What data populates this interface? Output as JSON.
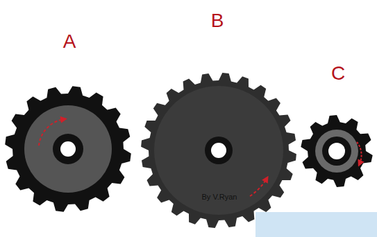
{
  "diagram": {
    "labels": [
      "A",
      "B",
      "C",
      "By V.Ryan"
    ]
  }
}
